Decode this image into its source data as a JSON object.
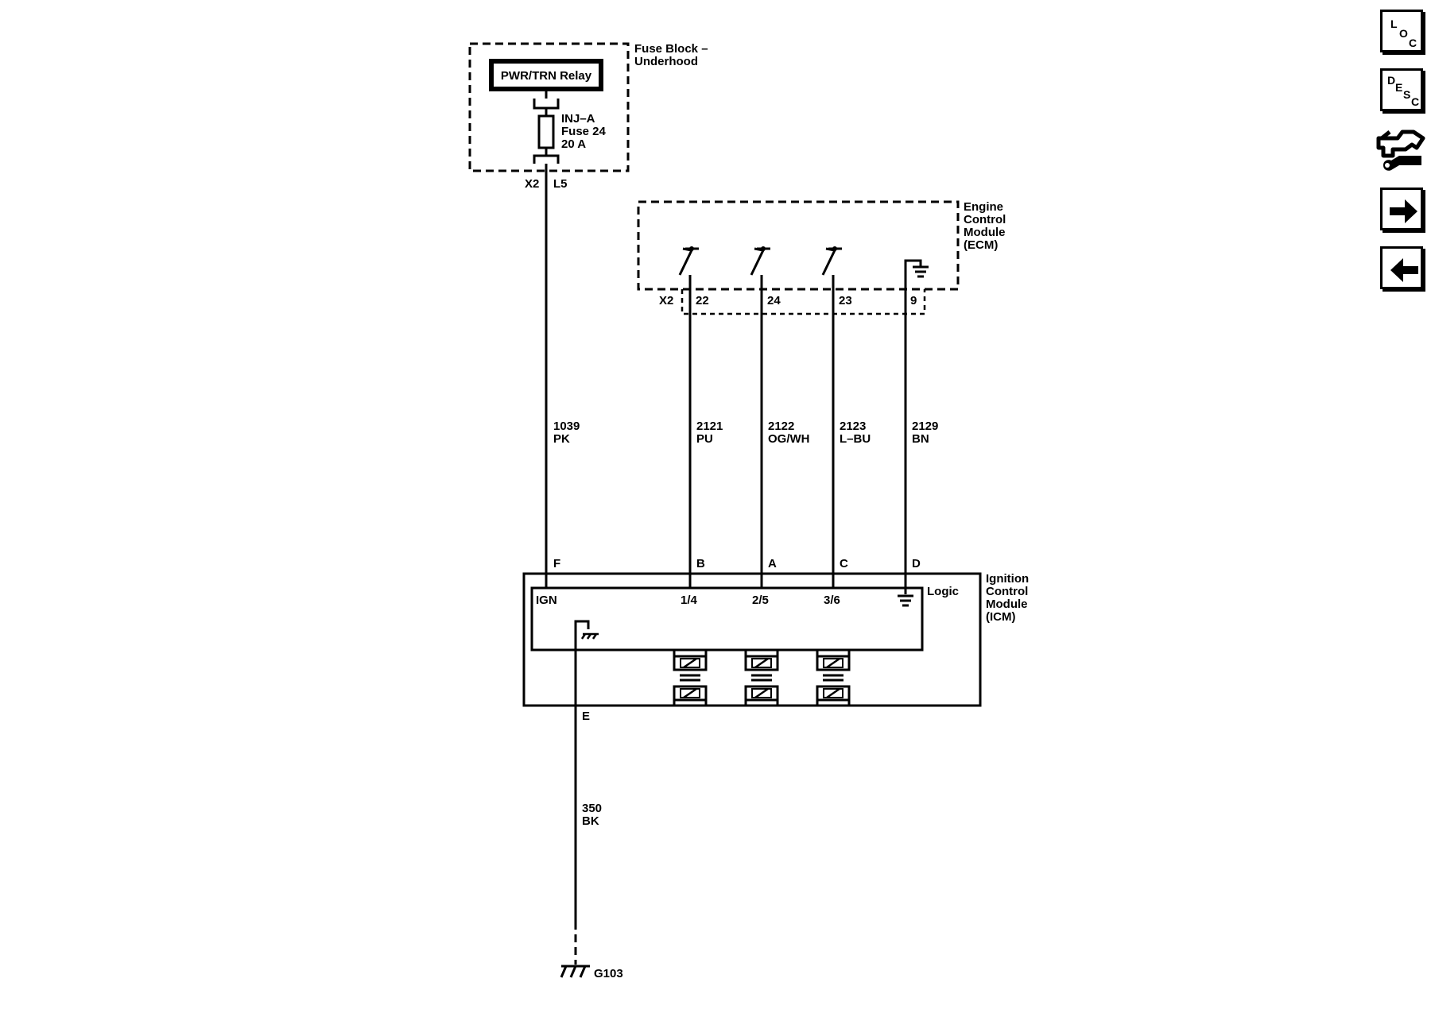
{
  "fuse_block": {
    "title_line1": "Fuse Block –",
    "title_line2": "Underhood",
    "relay": "PWR/TRN Relay",
    "fuse_line1": "INJ–A",
    "fuse_line2": "Fuse 24",
    "fuse_line3": "20 A",
    "connector": "X2",
    "pin": "L5"
  },
  "ecm": {
    "title_line1": "Engine",
    "title_line2": "Control",
    "title_line3": "Module",
    "title_line4": "(ECM)",
    "connector": "X2",
    "pins": [
      "22",
      "24",
      "23",
      "9"
    ]
  },
  "wires": [
    {
      "circuit": "1039",
      "color": "PK"
    },
    {
      "circuit": "2121",
      "color": "PU"
    },
    {
      "circuit": "2122",
      "color": "OG/WH"
    },
    {
      "circuit": "2123",
      "color": "L–BU"
    },
    {
      "circuit": "2129",
      "color": "BN"
    },
    {
      "circuit": "350",
      "color": "BK"
    }
  ],
  "icm": {
    "title_line1": "Ignition",
    "title_line2": "Control",
    "title_line3": "Module",
    "title_line4": "(ICM)",
    "pin_letters": [
      "F",
      "B",
      "A",
      "C",
      "D",
      "E"
    ],
    "inner_labels": [
      "IGN",
      "1/4",
      "2/5",
      "3/6"
    ],
    "logic": "Logic"
  },
  "ground": {
    "label": "G103"
  },
  "nav": {
    "loc": {
      "l": "L",
      "o": "O",
      "c": "C"
    },
    "desc": {
      "d": "D",
      "e": "E",
      "s": "S",
      "c": "C"
    }
  }
}
